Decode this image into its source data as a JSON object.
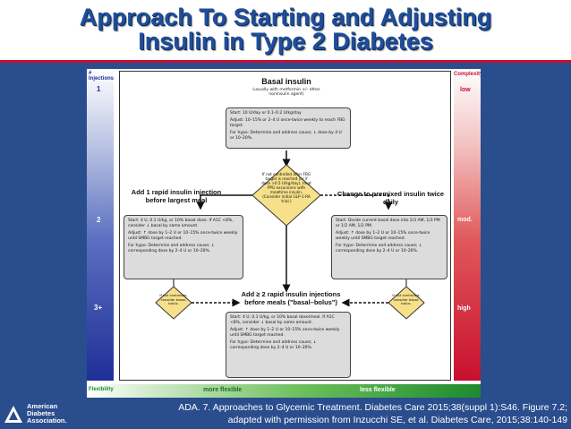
{
  "title": {
    "line1": "Approach To Starting and Adjusting",
    "line2": "Insulin in Type 2 Diabetes"
  },
  "sidebar": {
    "injections_label": "#\nInjections",
    "complexity_label": "Complexity",
    "levels": [
      "1",
      "2",
      "3+"
    ],
    "complexity": [
      "low",
      "mod.",
      "high"
    ]
  },
  "flow": {
    "basal": {
      "title": "Basal insulin",
      "subtitle": "(usually with metformin +/- other noninsulin agent)",
      "start": "Start: 10 U/day or 0.1–0.2 U/kg/day",
      "adjust": "Adjust: 10–15% or 2–4 U once-twice weekly to reach FBG target.",
      "hypo": "For hypo: Determine and address cause; ↓ dose by 4 U or 10–20%."
    },
    "decision": {
      "text": "If not controlled after FBG target is reached (or if dose >0.5 U/kg/day), treat PPG excursions with mealtime insulin. (Consider initial GLP-1-RA trial.)"
    },
    "left": {
      "title": "Add 1 rapid insulin injection before largest meal",
      "start": "Start: 4 U, 0.1 U/kg, or 10% basal dose. If A1C <8%, consider ↓ basal by same amount.",
      "adjust": "Adjust: ↑ dose by 1–2 U or 10–15% once-twice weekly until SMBG target reached.",
      "hypo": "For hypo: Determine and address cause; ↓ corresponding dose by 2–4 U or 10–20%."
    },
    "right": {
      "title": "Change to premixed insulin twice daily",
      "start": "Start: Divide current basal dose into 2/3 AM, 1/3 PM or 1/2 AM, 1/2 PM.",
      "adjust": "Adjust: ↑ dose by 1–2 U or 10–15% once-twice weekly until SMBG target reached.",
      "hypo": "For hypo: Determine and address cause; ↓ corresponding dose by 2–4 U or 10–20%."
    },
    "bottom": {
      "title": "Add ≥ 2 rapid insulin injections before meals (\"basal–bolus\")",
      "start": "Start: 4 U, 0.1 U/kg, or 10% basal dose/meal. If A1C <8%, consider ↓ basal by same amount.",
      "adjust": "Adjust: ↑ dose by 1–2 U or 10–15% once-twice weekly until SMBG target reached.",
      "hypo": "For hypo: Determine and address cause; ↓ corresponding dose by 2–4 U or 10–20%."
    },
    "small_left": "If not controlled, consider basal-bolus.",
    "small_right": "If not controlled, consider basal-bolus."
  },
  "flexibility": {
    "label": "Flexibility",
    "more": "more flexible",
    "less": "less flexible"
  },
  "citation": {
    "line1": "ADA. 7. Approaches to Glycemic Treatment. Diabetes Care 2015;38(suppl 1):S46. Figure 7.2;",
    "line2": "adapted with permission from Inzucchi SE, et al. Diabetes Care, 2015;38:140-149"
  },
  "logo": {
    "line1": "American",
    "line2": "Diabetes",
    "line3": "Association."
  },
  "colors": {
    "title": "#1f4e9b",
    "panel": "#2a4d8d",
    "accent_red": "#c8102e"
  }
}
